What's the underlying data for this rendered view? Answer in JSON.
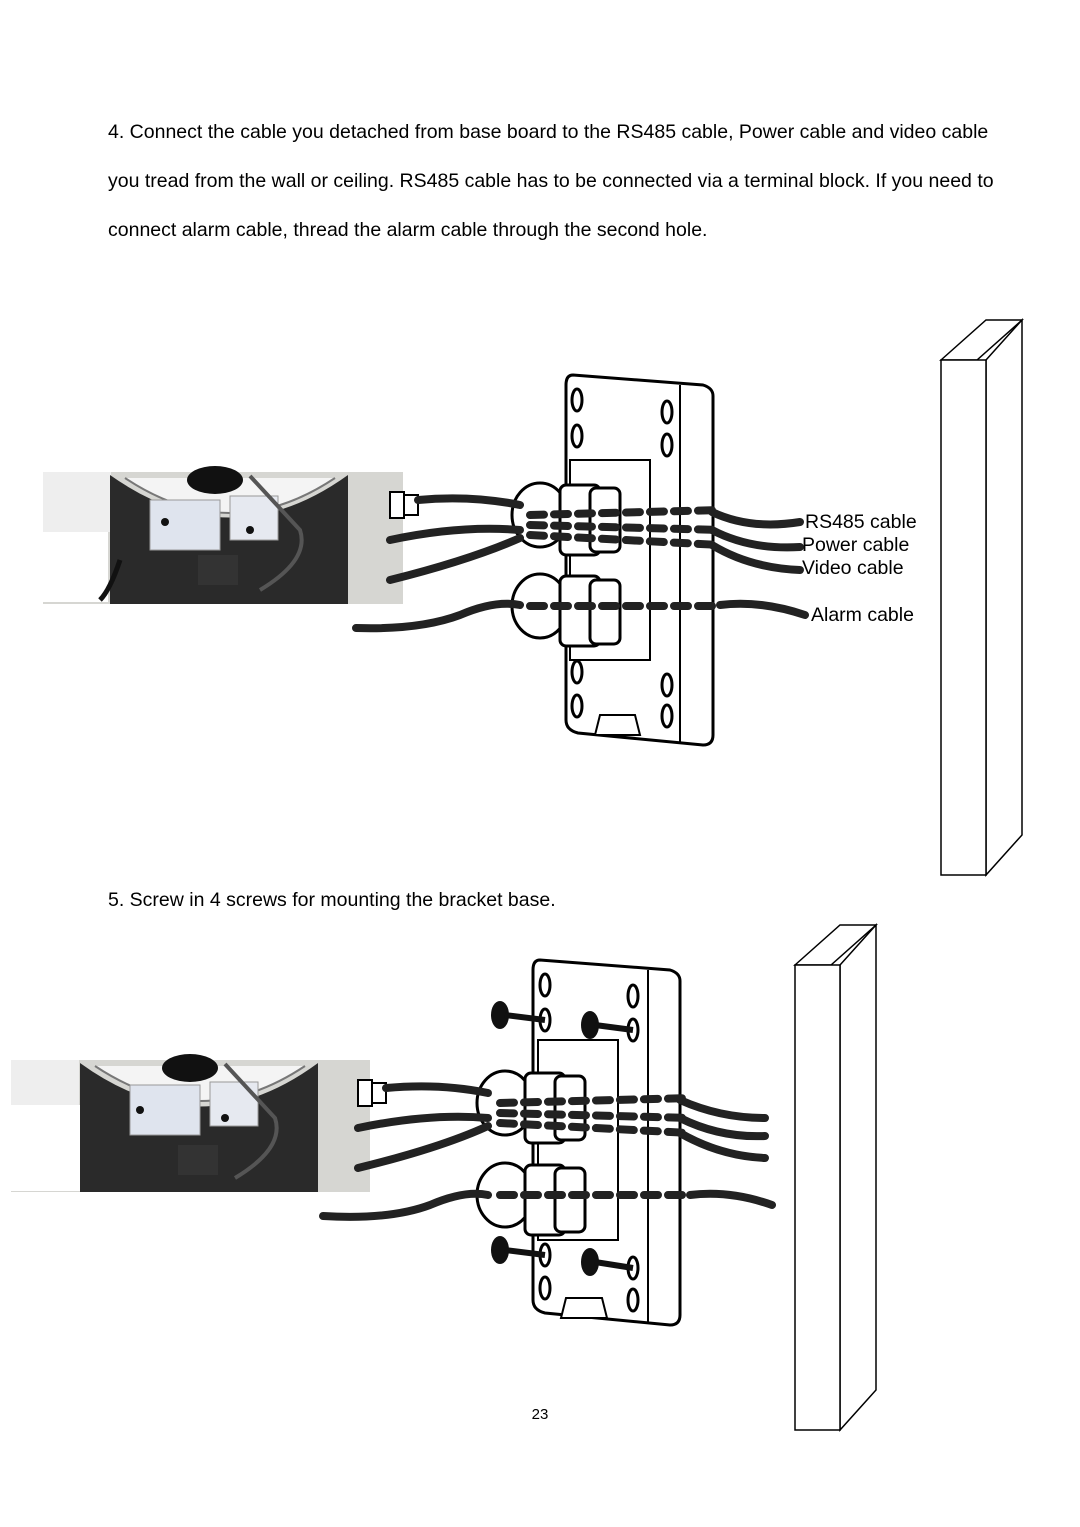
{
  "steps": [
    {
      "text": "4. Connect the cable you detached from base board to the RS485 cable, Power cable and video cable you tread from the wall or ceiling. RS485 cable has to be connected via a terminal block. If you need to connect alarm cable, thread the alarm cable through the second hole."
    },
    {
      "text": "5. Screw in 4 screws for mounting the bracket base."
    }
  ],
  "figure1": {
    "labels": {
      "rs485": "RS485 cable",
      "power": "Power cable",
      "video": "Video cable",
      "alarm": "Alarm cable"
    }
  },
  "page_number": "23"
}
